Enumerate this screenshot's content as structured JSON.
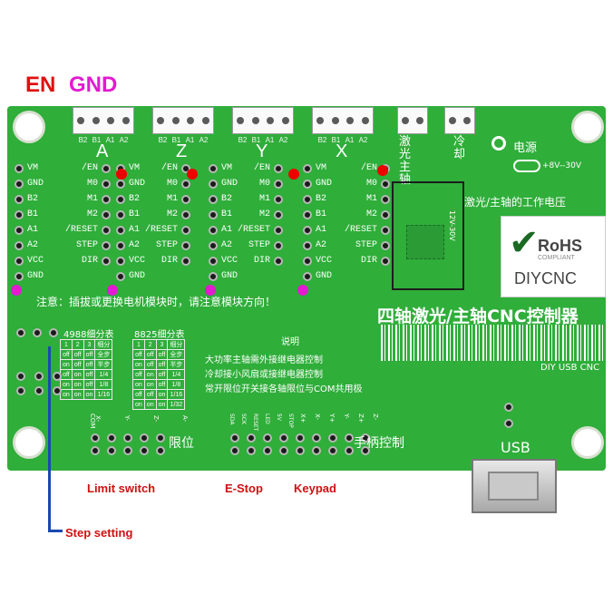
{
  "top_labels": {
    "en": "EN",
    "gnd": "GND"
  },
  "axes": [
    "A",
    "Z",
    "Y",
    "X"
  ],
  "axis_pins": [
    "B2",
    "B1",
    "A1",
    "A2"
  ],
  "side_connectors": {
    "laser": "激光主轴",
    "cool": "冷却",
    "power": "电源",
    "power_range": "+8V--30V",
    "work_voltage": "激光/主轴的工作电压",
    "vin_label": "12V-30V"
  },
  "driver_rows_left": [
    "VM",
    "GND",
    "B2",
    "B1",
    "A1",
    "A2",
    "VCC",
    "GND"
  ],
  "driver_rows_right": [
    "/EN",
    "M0",
    "M1",
    "M2",
    "/RESET",
    "STEP",
    "DIR"
  ],
  "notice": "注意：插拔或更换电机模块时，请注意模块方向！",
  "board_title": "四轴激光/主轴CNC控制器",
  "logo": {
    "rohs": "RoHS",
    "compliant": "COMPLIANT",
    "brand": "DIYCNC"
  },
  "brand_small": "DIY USB CNC",
  "table_titles": {
    "a4988": "4988细分表",
    "drv8825": "8825细分表"
  },
  "table_head": [
    "1",
    "2",
    "3",
    "细分"
  ],
  "table_4988": [
    [
      "off",
      "off",
      "off",
      "全步"
    ],
    [
      "on",
      "off",
      "off",
      "半步"
    ],
    [
      "off",
      "on",
      "off",
      "1/4"
    ],
    [
      "on",
      "on",
      "off",
      "1/8"
    ],
    [
      "on",
      "on",
      "on",
      "1/16"
    ]
  ],
  "table_8825": [
    [
      "off",
      "off",
      "off",
      "全步"
    ],
    [
      "on",
      "off",
      "off",
      "半步"
    ],
    [
      "off",
      "on",
      "off",
      "1/4"
    ],
    [
      "on",
      "on",
      "off",
      "1/8"
    ],
    [
      "off",
      "off",
      "on",
      "1/16"
    ],
    [
      "on",
      "on",
      "on",
      "1/32"
    ]
  ],
  "instructions_title": "说明",
  "instructions": [
    "大功率主轴需外接继电器控制",
    "冷却接小风扇或接继电器控制",
    "常开限位开关接各轴限位与COM共用极"
  ],
  "header_labels": {
    "limit": "限位",
    "handwheel": "手柄控制",
    "usb": "USB",
    "com": "COM",
    "limit_pins": [
      "X-",
      "Y-",
      "Z-",
      "A-"
    ],
    "estop_pins": [
      "SDA",
      "SCK",
      "RESET",
      "LED",
      "5V",
      "STOP"
    ],
    "keypad_pins": [
      "X+",
      "X-",
      "Y+",
      "Y-",
      "Z+",
      "Z-"
    ]
  },
  "callouts": {
    "limit_switch": "Limit switch",
    "estop": "E-Stop",
    "keypad": "Keypad",
    "step_setting": "Step setting"
  }
}
